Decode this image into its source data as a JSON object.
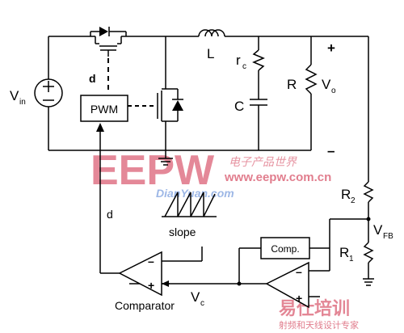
{
  "labels": {
    "vin": "V",
    "vin_sub": "in",
    "d_upper": "d",
    "pwm": "PWM",
    "inductor": "L",
    "rc": "r",
    "rc_sub": "c",
    "cap": "C",
    "load": "R",
    "vo": "V",
    "vo_sub": "o",
    "plus_out": "+",
    "minus_out": "–",
    "r2": "R",
    "r2_sub": "2",
    "vfb": "V",
    "vfb_sub": "FB",
    "r1": "R",
    "r1_sub": "1",
    "comp": "Comp.",
    "d_lower": "d",
    "slope": "slope",
    "comparator": "Comparator",
    "vc": "V",
    "vc_sub": "c",
    "op_minus": "–",
    "op_plus": "+"
  },
  "watermark": {
    "brand": "EEPW",
    "url": "www.eepw.com.cn",
    "cn_title": "电子产品世界",
    "dianyuan": "DianYuan.com",
    "corner_big": "易仕培训",
    "corner_small": "射频和天线设计专家"
  },
  "colors": {
    "watermark_red": "#c8102e",
    "watermark_blue": "#4a7bd0",
    "wire": "#000000"
  }
}
